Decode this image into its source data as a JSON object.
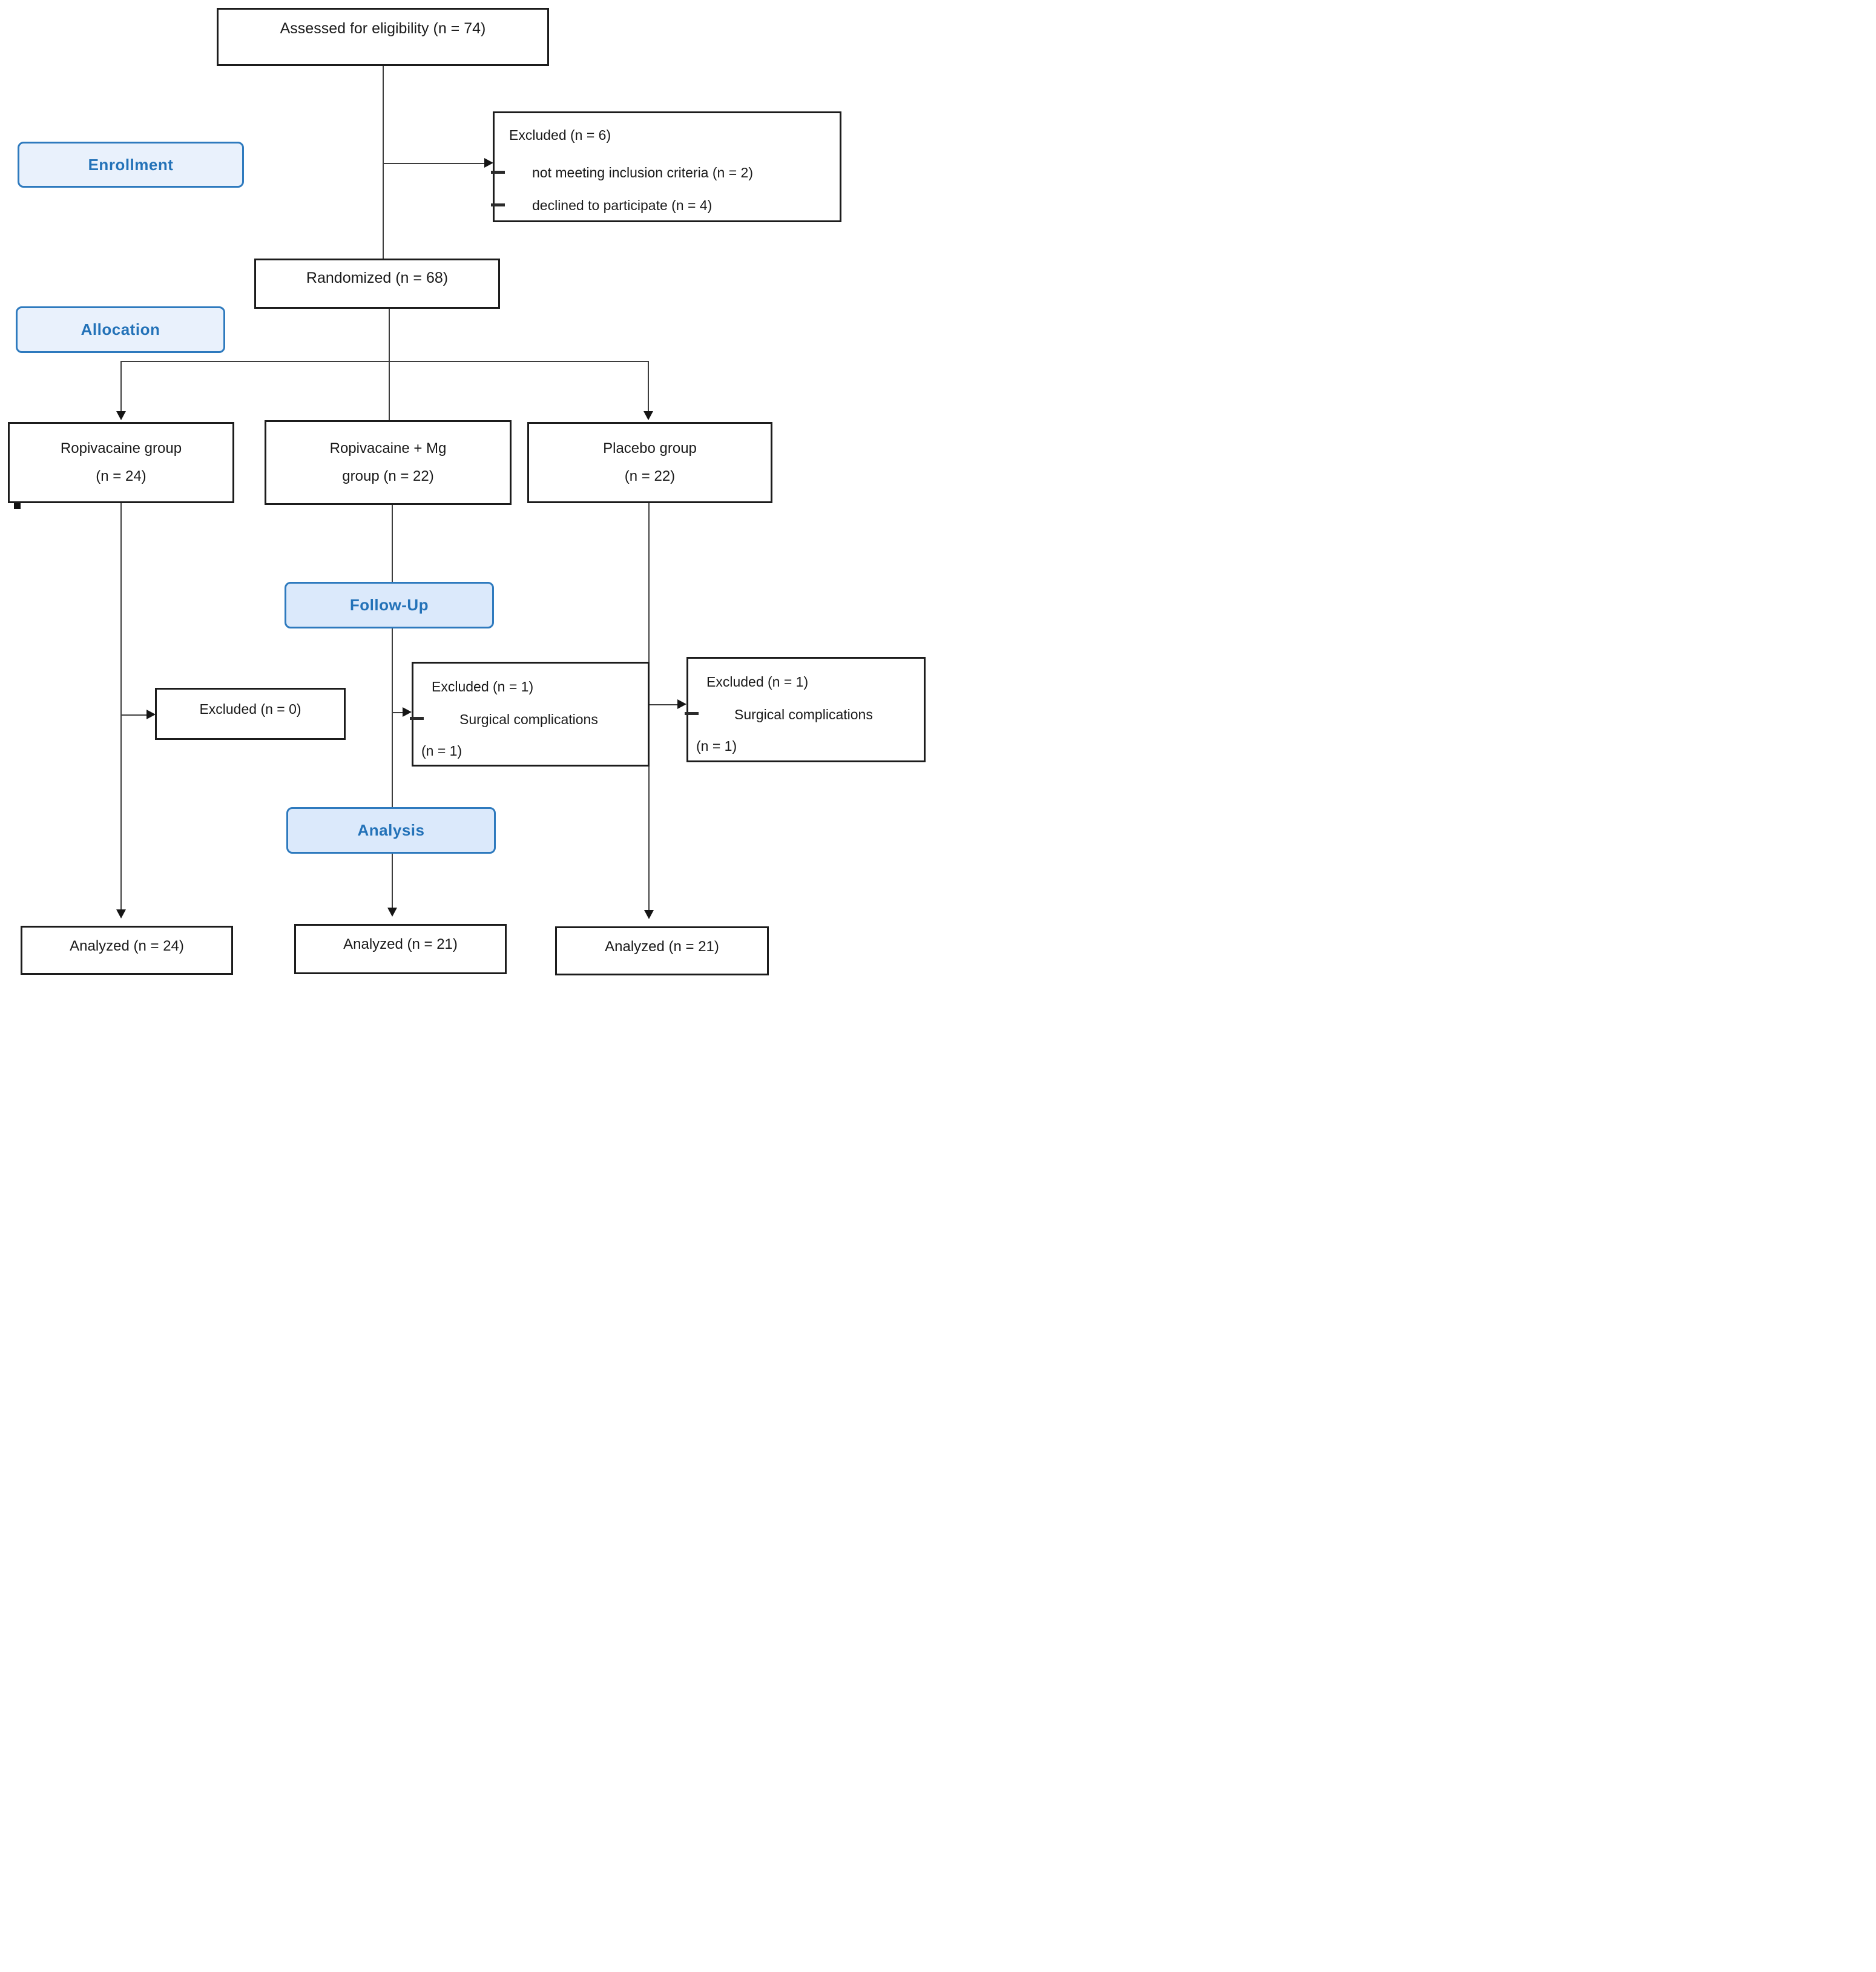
{
  "title": "CONSORT participant flow diagram",
  "colors": {
    "stage_fill_light": "#e9f1fc",
    "stage_fill": "#dbe9fb",
    "stage_border": "#2e7abe",
    "stage_text": "#2372b8",
    "box_border": "#1c1c1c",
    "connector_line": "#3d3d3d",
    "text": "#1a1a1a",
    "background": "#ffffff"
  },
  "stage_labels": {
    "enrollment": "Enrollment",
    "allocation": "Allocation",
    "followup": "Follow-Up",
    "analysis": "Analysis"
  },
  "boxes": {
    "assessed": {
      "text": "Assessed for eligibility (n = 74)"
    },
    "excluded_enrollment": {
      "title": "Excluded (n = 6)",
      "items": [
        "not meeting inclusion criteria (n = 2)",
        "declined to participate (n = 4)"
      ]
    },
    "randomized": {
      "text": "Randomized (n = 68)"
    },
    "groups": [
      {
        "line1": "Ropivacaine group",
        "line2": "(n = 24)"
      },
      {
        "line1": "Ropivacaine + Mg",
        "line2": "group (n = 22)"
      },
      {
        "line1": "Placebo group",
        "line2": "(n = 22)"
      }
    ],
    "followup_exclusions": [
      {
        "title": "Excluded (n = 0)"
      },
      {
        "title": "Excluded (n = 1)",
        "item": "Surgical complications",
        "item2": "(n = 1)"
      },
      {
        "title": "Excluded (n = 1)",
        "item": "Surgical complications",
        "item2": "(n = 1)"
      }
    ],
    "analyzed": [
      {
        "text": "Analyzed (n = 24)"
      },
      {
        "text": "Analyzed (n = 21)"
      },
      {
        "text": "Analyzed (n = 21)"
      }
    ]
  }
}
